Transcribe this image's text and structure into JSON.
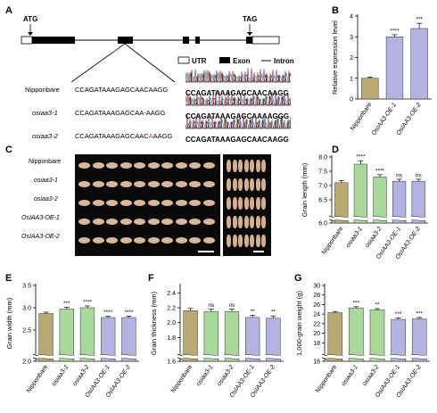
{
  "panel_labels": {
    "a": "A",
    "b": "B",
    "c": "C",
    "d": "D",
    "e": "E",
    "f": "F",
    "g": "G"
  },
  "gene_model": {
    "start_codon": "ATG",
    "stop_codon": "TAG",
    "legend": {
      "utr": "UTR",
      "exon": "Exon",
      "intron": "Intron"
    }
  },
  "sequences": [
    {
      "name": "Nipponbare",
      "seq": "CCAGATAAAGAGCAACAAGG",
      "italic": false
    },
    {
      "name": "osiaa3-1",
      "seq": "CCAGATAAAGAGCAA-AAGG",
      "italic": true
    },
    {
      "name": "osiaa3-2",
      "seq_pre": "CCAGATAAAGAGCAAC",
      "seq_mut": "A",
      "seq_post": "AAGG",
      "italic": true
    }
  ],
  "chromatogram_reads": [
    {
      "pre": "CCAGATAAAGAGCAACAA",
      "post": "GG"
    },
    {
      "pre": "CCAGATAAAGAGCAAAAG",
      "post": "GG"
    },
    {
      "pre": "CCAGATAAAGAGCAACAA",
      "post": "GG"
    }
  ],
  "grain_photo_labels": [
    "Nipponbare",
    "osiaa3-1",
    "osiaa3-2",
    "OsIAA3-OE-1",
    "OsIAA3-OE-2"
  ],
  "colors": {
    "nip": "#b9a972",
    "ko": "#a8d99a",
    "oe": "#b4b2e0",
    "mut": "#e03030",
    "axis": "#000000"
  },
  "chart_data": [
    {
      "id": "B",
      "type": "bar",
      "categories": [
        "Nipponbare",
        "OsIAA3-OE-1",
        "OsIAA3-OE-2"
      ],
      "values": [
        1.0,
        3.0,
        3.4
      ],
      "errors": [
        0.06,
        0.1,
        0.25
      ],
      "significance": [
        "",
        "****",
        "***"
      ],
      "ylabel": "Relative expression level",
      "ylim": [
        0,
        4
      ],
      "yticks": [
        0,
        1,
        2,
        3,
        4
      ]
    },
    {
      "id": "D",
      "type": "bar",
      "categories": [
        "Nipponbare",
        "osiaa3-1",
        "osiaa3-2",
        "OsIAA3-OE-1",
        "OsIAA3-OE-2"
      ],
      "values": [
        7.1,
        7.75,
        7.3,
        7.15,
        7.15
      ],
      "errors": [
        0.07,
        0.12,
        0.08,
        0.07,
        0.07
      ],
      "significance": [
        "",
        "****",
        "****",
        "ns",
        "ns"
      ],
      "ylabel": "Grain length (mm)",
      "ylim": [
        6.0,
        8.0
      ],
      "yticks": [
        6.0,
        6.5,
        7.0,
        7.5,
        8.0
      ],
      "ytick_labels": [
        "6.0",
        "6.5",
        "7.0",
        "7.5",
        "8.0"
      ],
      "axis_break": true
    },
    {
      "id": "E",
      "type": "bar",
      "categories": [
        "Nipponbare",
        "osiaa3-1",
        "osiaa3-2",
        "OsIAA3-OE-1",
        "OsIAA3-OE-2"
      ],
      "values": [
        2.87,
        2.97,
        3.0,
        2.78,
        2.78
      ],
      "errors": [
        0.03,
        0.04,
        0.04,
        0.03,
        0.03
      ],
      "significance": [
        "",
        "***",
        "****",
        "****",
        "****"
      ],
      "ylabel": "Grain width (mm)",
      "ylim": [
        2.0,
        3.5
      ],
      "yticks": [
        2.0,
        2.5,
        3.0,
        3.5
      ],
      "ytick_labels": [
        "2.0",
        "2.5",
        "3.0",
        "3.5"
      ],
      "axis_break": true
    },
    {
      "id": "F",
      "type": "bar",
      "categories": [
        "Nipponbare",
        "osiaa3-1",
        "osiaa3-2",
        "OsIAA3-OE-1",
        "OsIAA3-OE-2"
      ],
      "values": [
        2.16,
        2.15,
        2.15,
        2.07,
        2.06
      ],
      "errors": [
        0.03,
        0.03,
        0.03,
        0.03,
        0.03
      ],
      "significance": [
        "",
        "ns",
        "ns",
        "**",
        "**"
      ],
      "ylabel": "Grain thickness (mm)",
      "ylim": [
        1.6,
        2.5
      ],
      "yticks": [
        1.6,
        1.8,
        2.0,
        2.2,
        2.4
      ],
      "ytick_labels": [
        "1.6",
        "1.8",
        "2.0",
        "2.2",
        "2.4"
      ],
      "axis_break": true
    },
    {
      "id": "G",
      "type": "bar",
      "categories": [
        "Nipponbare",
        "osiaa3-1",
        "osiaa3-2",
        "OsIAA3-OE-1",
        "OsIAA3-OE-2"
      ],
      "values": [
        24.3,
        25.3,
        24.9,
        22.9,
        23.0
      ],
      "errors": [
        0.25,
        0.25,
        0.25,
        0.3,
        0.3
      ],
      "significance": [
        "",
        "***",
        "**",
        "***",
        "***"
      ],
      "ylabel": "1,000-grain weight (g)",
      "ylim": [
        16,
        30
      ],
      "yticks": [
        16,
        18,
        20,
        22,
        24,
        26,
        28,
        30
      ],
      "ytick_labels": [
        "16",
        "18",
        "20",
        "22",
        "24",
        "26",
        "28",
        "30"
      ],
      "axis_break": true
    }
  ]
}
